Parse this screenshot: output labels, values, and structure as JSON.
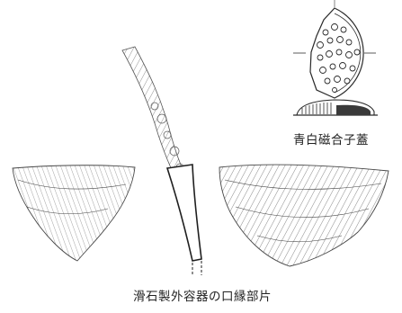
{
  "captions": {
    "porcelain_lid": "青白磁合子蓋",
    "soapstone_rim": "滑石製外容器の口縁部片"
  },
  "colors": {
    "ink": "#2a2a2a",
    "paper": "#ffffff"
  },
  "icons": {
    "lid_plan": "porcelain-lid-plan-drawing",
    "lid_section": "porcelain-lid-section-drawing",
    "rubbing_left": "rubbing-left",
    "rubbing_right": "rubbing-right",
    "rim_profile": "vessel-rim-profile-drawing",
    "rim_top_rubbing": "rim-top-rubbing"
  }
}
